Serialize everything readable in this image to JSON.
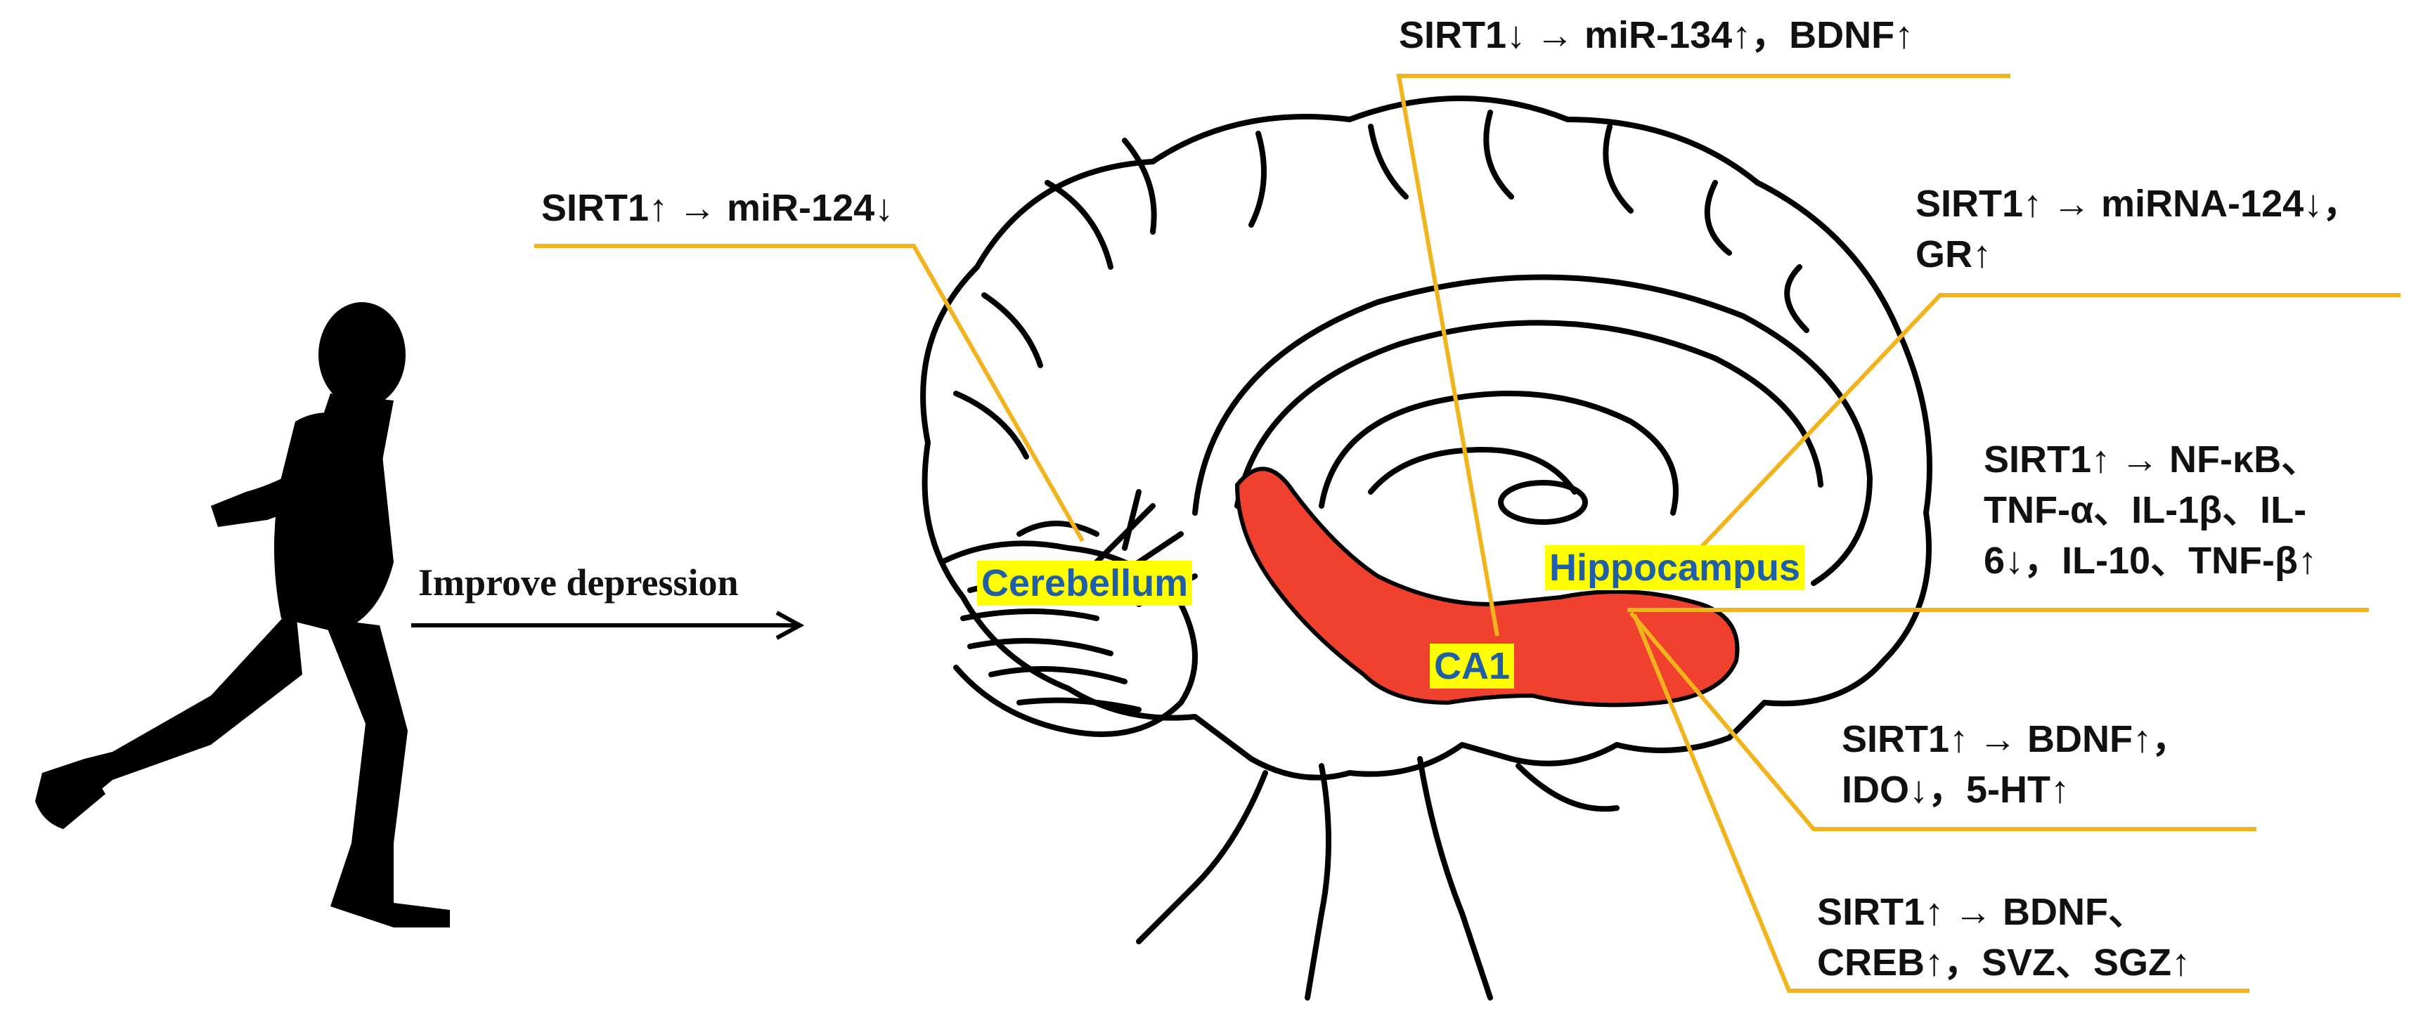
{
  "arrow_caption": "Improve depression",
  "regions": {
    "cerebellum": "Cerebellum",
    "hippocampus": "Hippocampus",
    "ca1": "CA1"
  },
  "annotations": {
    "top": "SIRT1↓ → miR-134↑，BDNF↑",
    "cerebellum": "SIRT1↑ → miR-124↓",
    "mirna_gr": "SIRT1↑ → miRNA-124↓，\nGR↑",
    "inflammation": "SIRT1↑ → NF-κB、\nTNF-α、IL-1β、IL-\n6↓，IL-10、TNF-β↑",
    "bdnf_ido": "SIRT1↑ → BDNF↑，\nIDO↓，5-HT↑",
    "creb": "SIRT1↑ → BDNF、\nCREB↑，SVZ、SGZ↑"
  },
  "colors": {
    "leader_line": "#f2b41c",
    "hippocampus_fill": "#f0402e",
    "label_highlight": "#ffff00",
    "region_text": "#1f5fa8"
  },
  "icons": [
    "runner-silhouette",
    "brain-outline",
    "right-arrow"
  ]
}
